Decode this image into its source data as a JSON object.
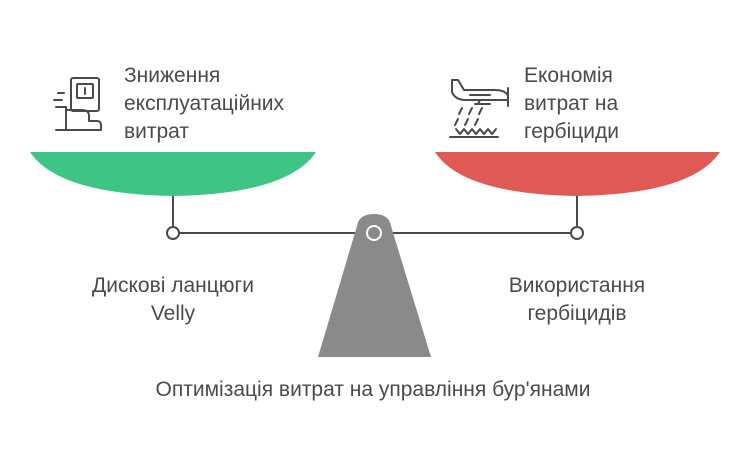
{
  "left_pan": {
    "benefit_lines": [
      "Зниження",
      "експлуатаційних",
      "витрат"
    ],
    "label_lines": [
      "Дискові ланцюги",
      "Velly"
    ],
    "color": "#3ec485",
    "icon": "cash-icon"
  },
  "right_pan": {
    "benefit_lines": [
      "Економія",
      "витрат на",
      "гербіциди"
    ],
    "label_lines": [
      "Використання",
      "гербіцидів"
    ],
    "color": "#e05a55",
    "icon": "crop-duster-plane-icon"
  },
  "fulcrum_color": "#8a8a8a",
  "caption": "Оптимізація витрат на управління бур'янами"
}
